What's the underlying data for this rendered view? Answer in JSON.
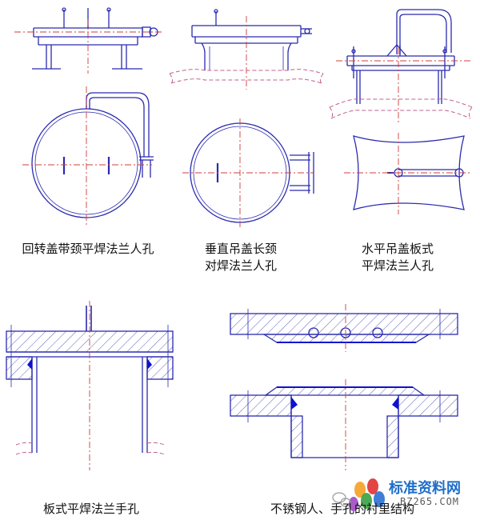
{
  "captions": {
    "flange_rotating": "回转盖带颈平焊法兰人孔",
    "vertical_line1": "垂直吊盖长颈",
    "vertical_line2": "对焊法兰人孔",
    "horizontal_line1": "水平吊盖板式",
    "horizontal_line2": "平焊法兰人孔",
    "hand_hole": "板式平焊法兰手孔",
    "stainless": "不锈钢人、手孔的衬里结构"
  },
  "watermark": {
    "site_name": "标准资料网",
    "url": "BZ265.COM"
  },
  "colors": {
    "outline": "#2b2bb0",
    "centerline": "#d23c3c",
    "vessel": "#c06090",
    "hatch": "#6060c0",
    "weld": "#1010d0"
  }
}
